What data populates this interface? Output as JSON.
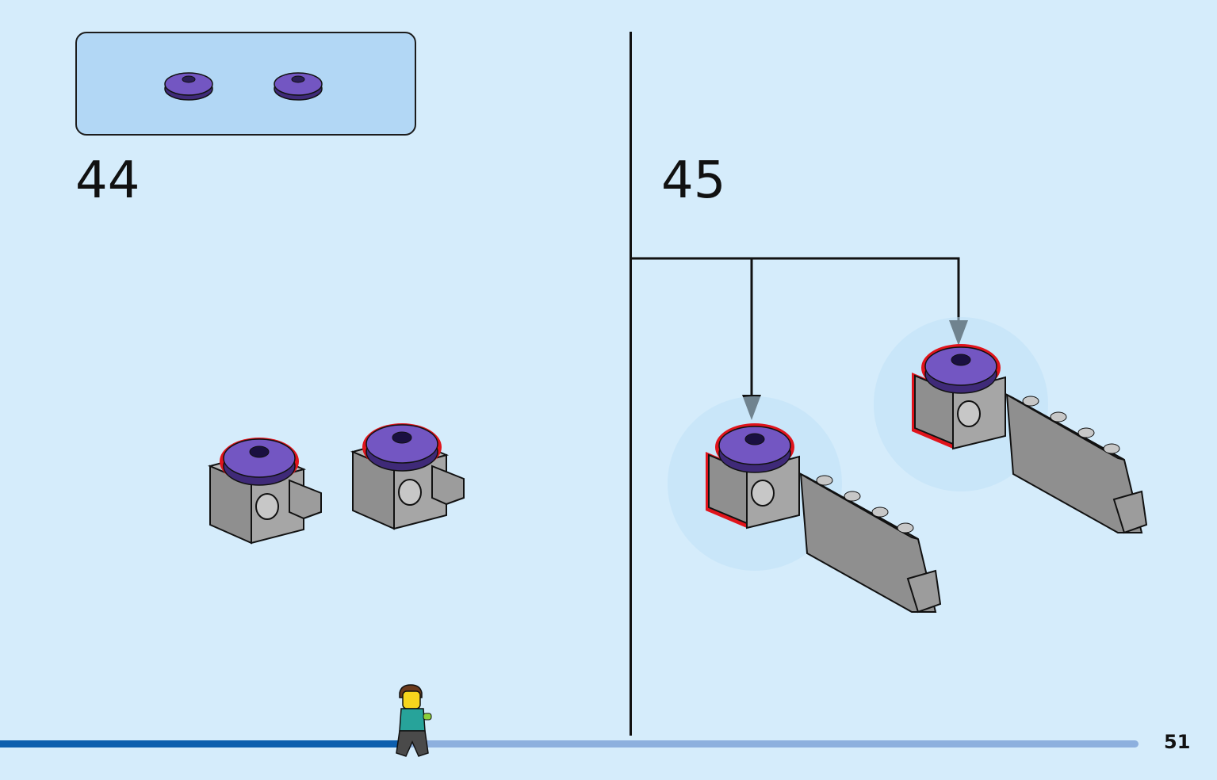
{
  "steps": [
    {
      "number": "44"
    },
    {
      "number": "45"
    }
  ],
  "page": {
    "number": "51"
  },
  "progress": {
    "fraction": 0.334
  },
  "parts_callout": {
    "items": [
      {
        "part": "round-tile-purple",
        "count": 2
      }
    ]
  },
  "colors": {
    "background": "#d5ecfb",
    "callout": "#b2d7f5",
    "purple": "#6a4bb8",
    "gray": "#9a9a9a",
    "highlight": "#e0141c",
    "progress_done": "#0d5fae",
    "progress_rest": "#8db0de"
  }
}
